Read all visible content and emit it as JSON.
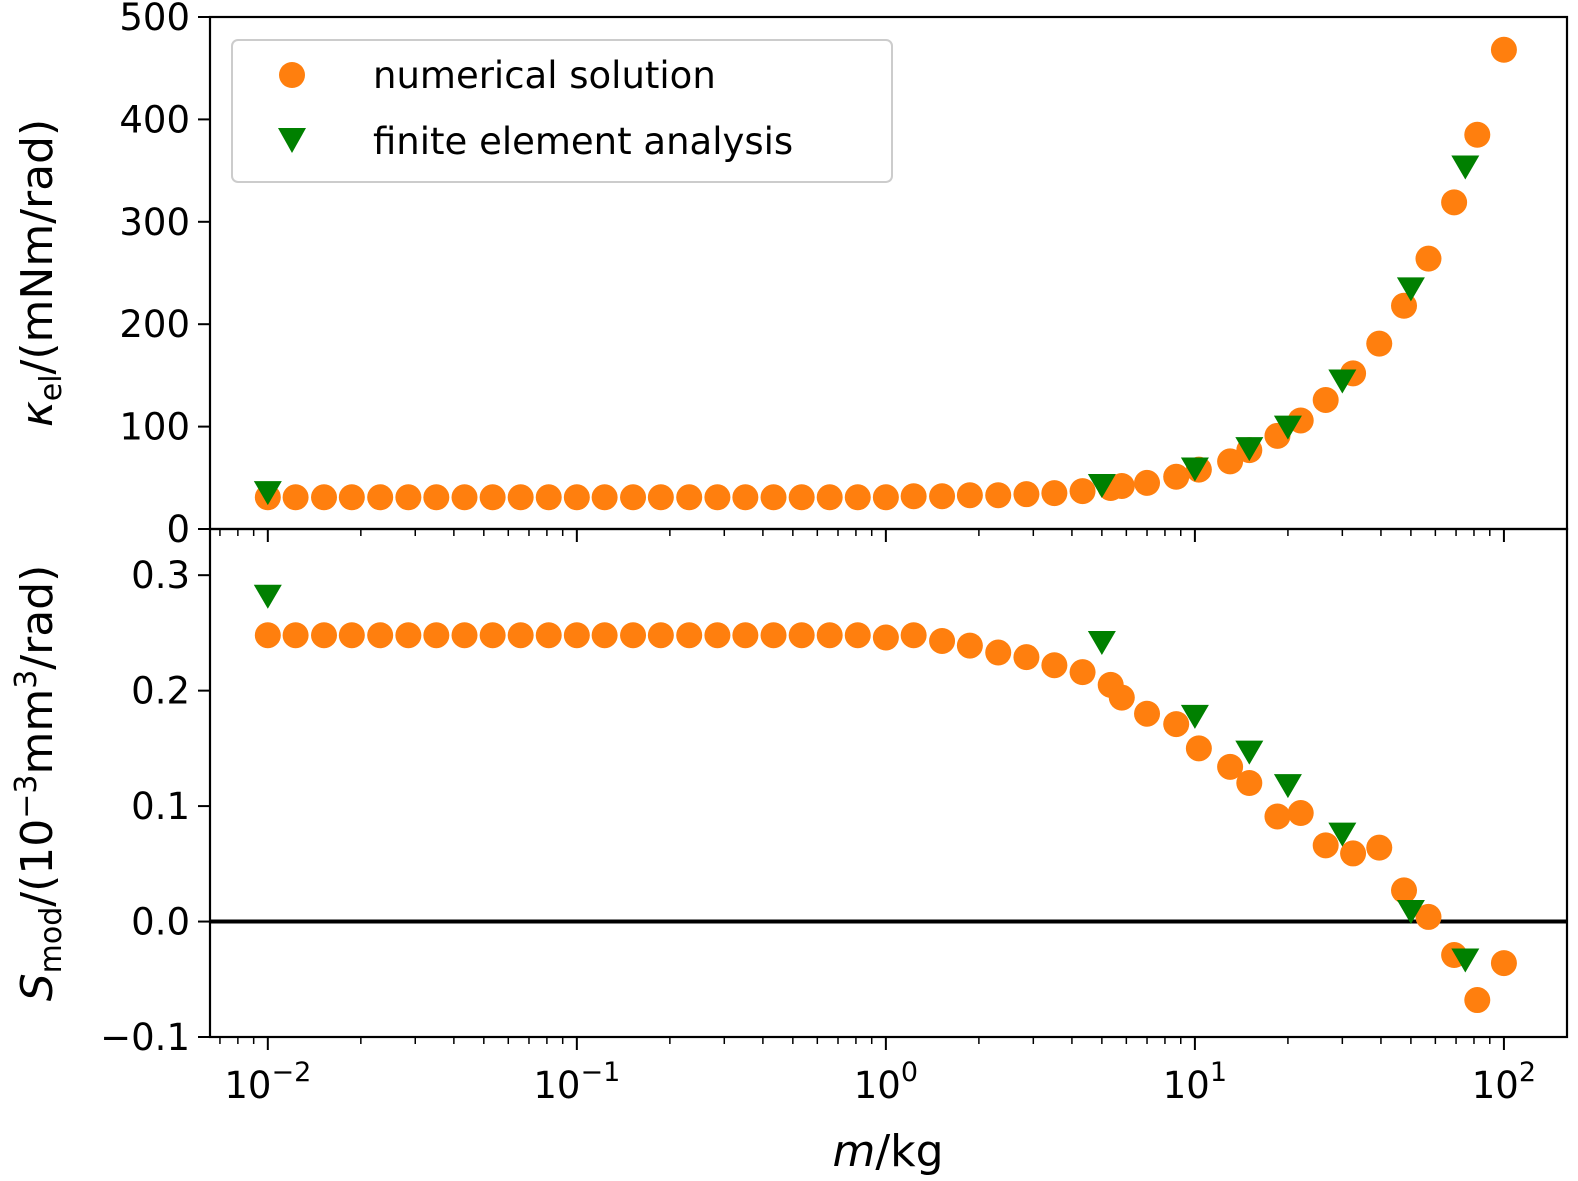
{
  "chart_data": [
    {
      "type": "scatter",
      "panel": "top",
      "xscale": "log",
      "xlim": [
        0.0065,
        160
      ],
      "ylim": [
        0,
        500
      ],
      "yticks": [
        0,
        100,
        200,
        300,
        400,
        500
      ],
      "ylabel_parts": [
        "κ",
        "el",
        "/(mNm/rad)"
      ],
      "legend": {
        "placement": "top-left",
        "entries": [
          "numerical solution",
          "finite element analysis"
        ]
      },
      "series": [
        {
          "name": "numerical solution",
          "marker": "circle",
          "color": "#ff7f0e",
          "x": [
            0.01,
            0.0123,
            0.0152,
            0.0187,
            0.0231,
            0.0285,
            0.0351,
            0.0433,
            0.0534,
            0.0658,
            0.0811,
            0.1,
            0.123,
            0.152,
            0.187,
            0.231,
            0.285,
            0.351,
            0.433,
            0.534,
            0.658,
            0.811,
            1.0,
            1.23,
            1.52,
            1.87,
            2.31,
            2.85,
            3.51,
            4.33,
            5.34,
            5.8,
            7.0,
            8.7,
            10.3,
            13.0,
            15.0,
            18.5,
            22.0,
            26.5,
            32.5,
            39.5,
            47.5,
            57.0,
            69.0,
            82.0,
            100.0
          ],
          "y": [
            31,
            31,
            31,
            31,
            31,
            31,
            31,
            31,
            31,
            31,
            31,
            31,
            31,
            31,
            31,
            31,
            31,
            31,
            31,
            31,
            31,
            31,
            31,
            32,
            32,
            33,
            33,
            34,
            35,
            37,
            40,
            42,
            45,
            51,
            58,
            66,
            77,
            91,
            106,
            126,
            152,
            181,
            218,
            264,
            319,
            385,
            468
          ]
        },
        {
          "name": "finite element analysis",
          "marker": "triangle-down",
          "color": "#008000",
          "x": [
            0.01,
            5.0,
            10.0,
            15.0,
            20.0,
            30.0,
            50.0,
            75.0
          ],
          "y": [
            37,
            44,
            60,
            80,
            101,
            146,
            236,
            355
          ]
        }
      ]
    },
    {
      "type": "scatter",
      "panel": "bottom",
      "xscale": "log",
      "xlim": [
        0.0065,
        160
      ],
      "ylim": [
        -0.1,
        0.34
      ],
      "yticks": [
        -0.1,
        0.0,
        0.1,
        0.2,
        0.3
      ],
      "ytick_labels": [
        "−0.1",
        "0.0",
        "0.1",
        "0.2",
        "0.3"
      ],
      "ylabel_parts": [
        "S",
        "mod",
        "/(10",
        "−3",
        "mm",
        "3",
        "/rad)"
      ],
      "xlabel_parts": [
        "m",
        "/kg"
      ],
      "xticks": [
        {
          "base": "10",
          "exp": "−2"
        },
        {
          "base": "10",
          "exp": "−1"
        },
        {
          "base": "10",
          "exp": "0"
        },
        {
          "base": "10",
          "exp": "1"
        },
        {
          "base": "10",
          "exp": "2"
        }
      ],
      "hline_y": 0,
      "series": [
        {
          "name": "numerical solution",
          "marker": "circle",
          "color": "#ff7f0e",
          "x": [
            0.01,
            0.0123,
            0.0152,
            0.0187,
            0.0231,
            0.0285,
            0.0351,
            0.0433,
            0.0534,
            0.0658,
            0.0811,
            0.1,
            0.123,
            0.152,
            0.187,
            0.231,
            0.285,
            0.351,
            0.433,
            0.534,
            0.658,
            0.811,
            1.0,
            1.23,
            1.52,
            1.87,
            2.31,
            2.85,
            3.51,
            4.33,
            5.34,
            5.8,
            7.0,
            8.7,
            10.3,
            13.0,
            15.0,
            18.5,
            22.0,
            26.5,
            32.5,
            39.5,
            47.5,
            57.0,
            69.0,
            82.0,
            100.0
          ],
          "y": [
            0.248,
            0.248,
            0.248,
            0.248,
            0.248,
            0.248,
            0.248,
            0.248,
            0.248,
            0.248,
            0.248,
            0.248,
            0.248,
            0.248,
            0.248,
            0.248,
            0.248,
            0.248,
            0.248,
            0.248,
            0.248,
            0.248,
            0.246,
            0.248,
            0.243,
            0.239,
            0.233,
            0.229,
            0.222,
            0.216,
            0.205,
            0.194,
            0.18,
            0.171,
            0.15,
            0.134,
            0.12,
            0.091,
            0.094,
            0.066,
            0.059,
            0.064,
            0.027,
            0.004,
            -0.029,
            -0.068,
            -0.036
          ]
        },
        {
          "name": "finite element analysis",
          "marker": "triangle-down",
          "color": "#008000",
          "x": [
            0.01,
            5.0,
            10.0,
            15.0,
            20.0,
            30.0,
            50.0,
            75.0
          ],
          "y": [
            0.283,
            0.243,
            0.179,
            0.148,
            0.119,
            0.077,
            0.01,
            -0.032
          ]
        }
      ]
    }
  ]
}
